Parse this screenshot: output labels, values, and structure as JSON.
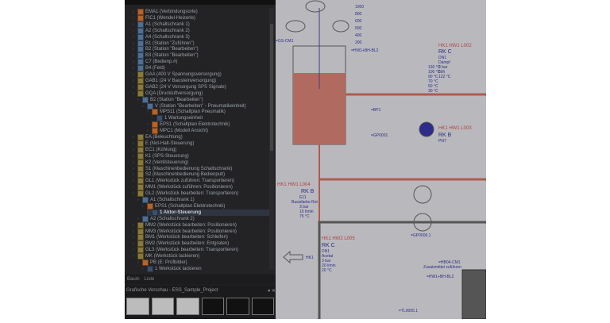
{
  "tree": [
    {
      "label": "EMA1 (Verbindungsorte)",
      "icon": "orange",
      "lvl": 1
    },
    {
      "label": "FIC1 (Wendel-Heizerle)",
      "icon": "orange",
      "lvl": 1
    },
    {
      "label": "A1 (Schaltschrank 1)",
      "icon": "blue",
      "lvl": 1
    },
    {
      "label": "A2 (Schaltschrank 2)",
      "icon": "blue",
      "lvl": 1
    },
    {
      "label": "A4 (Schaltschrank 3)",
      "icon": "blue",
      "lvl": 1
    },
    {
      "label": "B1 (Station \"Zuführen\")",
      "icon": "blue",
      "lvl": 1
    },
    {
      "label": "B2 (Station \"Bearbeiten\")",
      "icon": "blue",
      "lvl": 1
    },
    {
      "label": "B3 (Station \"Bearbeiten\")",
      "icon": "blue",
      "lvl": 1
    },
    {
      "label": "C7 (Bedienp.#)",
      "icon": "blue",
      "lvl": 1
    },
    {
      "label": "B4 (Feld)",
      "icon": "blue",
      "lvl": 1
    },
    {
      "label": "GAA (400 V Spannungsversorgung)",
      "icon": "yellow",
      "lvl": 1
    },
    {
      "label": "GAB1 (24 V Bausteinversorgung)",
      "icon": "yellow",
      "lvl": 1
    },
    {
      "label": "GAB2 (24 V Versorgung SPS Signale)",
      "icon": "yellow",
      "lvl": 1
    },
    {
      "label": "GQA (Druckluftversorgung)",
      "icon": "yellow",
      "lvl": 1
    },
    {
      "label": "B2 (Station \"Bearbeiten\")",
      "icon": "blue",
      "lvl": 2
    },
    {
      "label": "V (Station \"Bearbeiten\" - Pneumatikeinheit)",
      "icon": "blue",
      "lvl": 3
    },
    {
      "label": "MPS11 (Schaltplan Pneumatik)",
      "icon": "orange",
      "lvl": 4
    },
    {
      "label": "1 Wartungseinheit",
      "icon": "page",
      "lvl": 5
    },
    {
      "label": "EPS1 (Schaltplan Elektrotechnik)",
      "icon": "orange",
      "lvl": 4
    },
    {
      "label": "MPC1 (Modell Ansicht)",
      "icon": "orange",
      "lvl": 4
    },
    {
      "label": "EA (Beleuchtung)",
      "icon": "yellow",
      "lvl": 1
    },
    {
      "label": "E (Not-Halt-Steuerung)",
      "icon": "yellow",
      "lvl": 1
    },
    {
      "label": "EC1 (Kühlung)",
      "icon": "yellow",
      "lvl": 1
    },
    {
      "label": "K1 (SPS-Steuerung)",
      "icon": "yellow",
      "lvl": 1
    },
    {
      "label": "K2 (Ventilsteuerung)",
      "icon": "yellow",
      "lvl": 1
    },
    {
      "label": "S1 (Maschinenbedienung Schaltschrank)",
      "icon": "yellow",
      "lvl": 1
    },
    {
      "label": "S2 (Maschinenbedienung Bedienpult)",
      "icon": "yellow",
      "lvl": 1
    },
    {
      "label": "GL1 (Werkstück zuführen: Transportieren)",
      "icon": "yellow",
      "lvl": 1
    },
    {
      "label": "MM1 (Werkstück zuführen: Positionieren)",
      "icon": "yellow",
      "lvl": 1
    },
    {
      "label": "GL2 (Werkstück bearbeiten: Transportieren)",
      "icon": "yellow",
      "lvl": 1
    },
    {
      "label": "A1 (Schaltschrank 1)",
      "icon": "blue",
      "lvl": 2
    },
    {
      "label": "EPS1 (Schaltplan Elektrotechnik)",
      "icon": "orange",
      "lvl": 3
    },
    {
      "label": "1 Aktor-Steuerung",
      "icon": "page",
      "lvl": 4,
      "selected": true
    },
    {
      "label": "A2 (Schaltschrank 2)",
      "icon": "blue",
      "lvl": 2
    },
    {
      "label": "MM2 (Werkstück bearbeiten: Positionieren)",
      "icon": "yellow",
      "lvl": 1
    },
    {
      "label": "MM3 (Werkstück bearbeiten: Positionieren)",
      "icon": "yellow",
      "lvl": 1
    },
    {
      "label": "BM1 (Werkstück bearbeiten: Schleifen)",
      "icon": "yellow",
      "lvl": 1
    },
    {
      "label": "BM2 (Werkstück bearbeiten: Entgraten)",
      "icon": "yellow",
      "lvl": 1
    },
    {
      "label": "GL3 (Werkstück bearbeiten: Transportieren)",
      "icon": "yellow",
      "lvl": 1
    },
    {
      "label": "MK (Werkstück lackieren)",
      "icon": "yellow",
      "lvl": 1
    },
    {
      "label": "PB (E: Prüfbilder)",
      "icon": "orange",
      "lvl": 2
    },
    {
      "label": "1 Werkstück lackieren",
      "icon": "page",
      "lvl": 3
    }
  ],
  "tabs": {
    "tree": "Baum",
    "list": "Liste"
  },
  "preview": {
    "title": "Grafische Vorschau - ESS_Sample_Project",
    "controls": "▾ ✕"
  },
  "diagram": {
    "scale": [
      "1000",
      "800",
      "600",
      "500",
      "400",
      "200"
    ],
    "tank_ref": "=HW1+BH-BL2",
    "tank_label": "=GS-CM1",
    "hk1": {
      "title": "HK1 HW1 L002",
      "name": "RK C",
      "lines": [
        "DN1",
        "Dampf",
        "3 bar",
        "5t/h",
        "122 °C"
      ]
    },
    "hk2": {
      "title": "HK1 HW1 L003",
      "name": "RK B",
      "lines": [
        "PN7"
      ]
    },
    "hk3": {
      "title": "HK1 HW1 L004",
      "name": "RK B",
      "lines": [
        "E11",
        "Basisfarbe Rot",
        "3 bar",
        "10 l/min",
        "75 °C"
      ]
    },
    "hk4": {
      "title": "HK1 HW2 L005",
      "name": "RK C",
      "lines": [
        "DN1",
        "Acetat",
        "3 bar",
        "20 l/min",
        "20 °C"
      ]
    },
    "temps": [
      "130 °C",
      "100 °C",
      "90 °C",
      "70 °C",
      "50 °C",
      "30 °C"
    ],
    "arrow_label": "HK1",
    "misc": [
      "=BP1",
      "=GP0001",
      "=GP0006.1",
      "=TL0005.1",
      "=HB04-CM1",
      "Zusatzmittel zuführen",
      "=HW1+BH-BL2"
    ]
  }
}
